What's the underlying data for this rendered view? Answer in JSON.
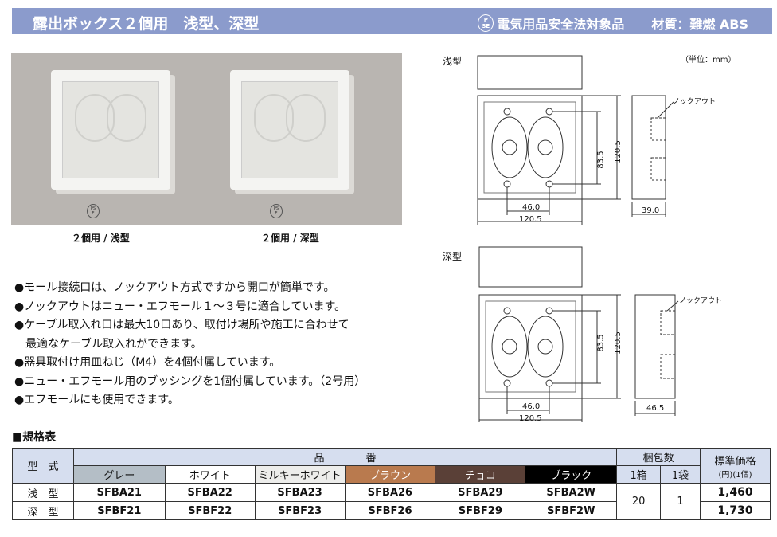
{
  "header": {
    "title": "露出ボックス２個用　浅型、深型",
    "pse_mark": "PSE",
    "pse_text": "電気用品安全法対象品",
    "material": "材質：難燃 ABS"
  },
  "photos": {
    "captions": [
      "２個用 / 浅型",
      "２個用 / 深型"
    ]
  },
  "drawings": {
    "unit": "（単位：mm）",
    "shallow": {
      "label": "浅型",
      "knockout": "ノックアウト",
      "dims": [
        "83.5",
        "120.5",
        "46.0",
        "120.5",
        "39.0"
      ]
    },
    "deep": {
      "label": "深型",
      "knockout": "ノックアウト",
      "dims": [
        "83.5",
        "120.5",
        "46.0",
        "120.5",
        "46.5"
      ]
    }
  },
  "features": [
    "●モール接続口は、ノックアウト方式ですから開口が簡単です。",
    "●ノックアウトはニュー・エフモール１～３号に適合しています。",
    "●ケーブル取入れ口は最大10口あり、取付け場所や施工に合わせて",
    "最適なケーブル取入れができます。",
    "●器具取付け用皿ねじ（M4）を4個付属しています。",
    "●ニュー・エフモール用のブッシングを1個付属しています。（2号用）",
    "●エフモールにも使用できます。"
  ],
  "spec": {
    "title": "■規格表",
    "h_type": "型　式",
    "h_part": "品　　　　番",
    "h_pack": "梱包数",
    "h_price": "標準価格",
    "h_price_unit": "(円)(1個)",
    "h_box": "1箱",
    "h_bag": "1袋",
    "colors": [
      {
        "name": "グレー",
        "bg": "#b4bec6",
        "fg": "#111"
      },
      {
        "name": "ホワイト",
        "bg": "#ffffff",
        "fg": "#111"
      },
      {
        "name": "ミルキーホワイト",
        "bg": "#ededeb",
        "fg": "#111"
      },
      {
        "name": "ブラウン",
        "bg": "#b97a4e",
        "fg": "#fff"
      },
      {
        "name": "チョコ",
        "bg": "#5a4037",
        "fg": "#fff"
      },
      {
        "name": "ブラック",
        "bg": "#000000",
        "fg": "#fff"
      }
    ],
    "rows": [
      {
        "type": "浅　型",
        "parts": [
          "SFBA21",
          "SFBA22",
          "SFBA23",
          "SFBA26",
          "SFBA29",
          "SFBA2W"
        ],
        "price": "1,460"
      },
      {
        "type": "深　型",
        "parts": [
          "SFBF21",
          "SFBF22",
          "SFBF23",
          "SFBF26",
          "SFBF29",
          "SFBF2W"
        ],
        "price": "1,730"
      }
    ],
    "box": "20",
    "bag": "1"
  }
}
